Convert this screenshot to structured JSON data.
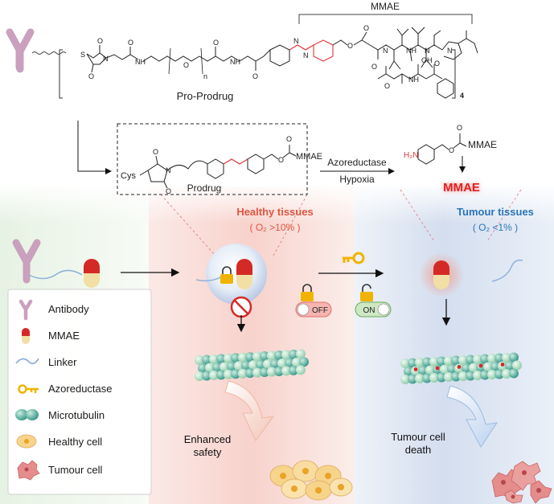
{
  "structure": {
    "mmae_bracket": "MMAE",
    "pro_prodrug": "Pro-Prodrug",
    "repeat_subscript": "4",
    "peg_subscript": "n",
    "prodrug": "Prodrug",
    "cys": "Cys",
    "mmae_leaving": "MMAE",
    "amine": "H₂N",
    "atoms": {
      "S": "S",
      "N": "N",
      "O": "O",
      "NH": "NH",
      "H": "H",
      "OH": "OH"
    }
  },
  "reaction": {
    "enzyme": "Azoreductase",
    "condition": "Hypoxia",
    "released": "MMAE"
  },
  "healthy": {
    "title": "Healthy tissues",
    "oxygen": "( O₂ >10% )",
    "switch": "OFF",
    "outcome_line1": "Enhanced",
    "outcome_line2": "safety"
  },
  "tumour": {
    "title": "Tumour tissues",
    "oxygen": "( O₂ <1% )",
    "switch": "ON",
    "outcome_line1": "Tumour cell",
    "outcome_line2": "death"
  },
  "legend": {
    "items": [
      {
        "label": "Antibody",
        "icon": "antibody-icon"
      },
      {
        "label": "MMAE",
        "icon": "mmae-capsule-icon"
      },
      {
        "label": "Linker",
        "icon": "linker-icon"
      },
      {
        "label": "Azoreductase",
        "icon": "key-icon"
      },
      {
        "label": "Microtubulin",
        "icon": "microtubulin-icon"
      },
      {
        "label": "Healthy cell",
        "icon": "healthy-cell-icon"
      },
      {
        "label": "Tumour cell",
        "icon": "tumour-cell-icon"
      }
    ]
  },
  "colors": {
    "antibody": "#c9a0bd",
    "mmae_red": "#d42a26",
    "mmae_cream": "#f1dfa5",
    "linker": "#8fb1d8",
    "key": "#f0b400",
    "microtubule_a": "#3aa59a",
    "microtubule_b": "#9ed2b5",
    "healthy_cell": "#f7d48c",
    "tumour_cell": "#e58c8c",
    "azo_red": "#e03a3a",
    "healthy_title": "#e05540",
    "tumour_title": "#2a74b8"
  }
}
